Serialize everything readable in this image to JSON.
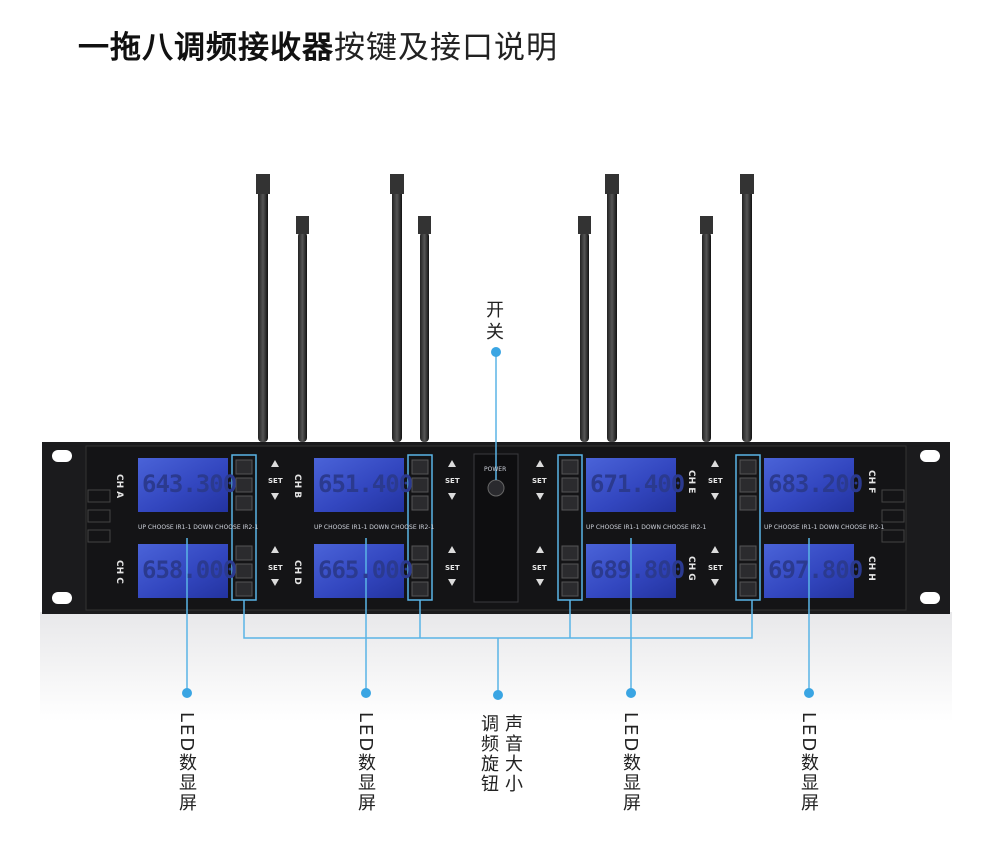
{
  "title": {
    "bold": "一拖八调频接收器",
    "light": "按键及接口说明"
  },
  "labels": {
    "power": "开关",
    "led1": "LED数显屏",
    "led2": "LED数显屏",
    "led3": "LED数显屏",
    "led4": "LED数显屏",
    "volume": "声音大小",
    "tuning": "调频旋钮"
  },
  "device": {
    "power_text": "POWER",
    "channels_left": [
      "CH A",
      "CH B",
      "CH C",
      "CH D"
    ],
    "channels_right": [
      "CH E",
      "CH F",
      "CH G",
      "CH H"
    ],
    "set_label": "SET",
    "strip_text": "UP CHOOSE  IR1-1  DOWN CHOOSE  IR2-1",
    "freqs": [
      "643.300",
      "651.400",
      "671.400",
      "683.200",
      "658.000",
      "665.000",
      "689.800",
      "697.800"
    ]
  }
}
